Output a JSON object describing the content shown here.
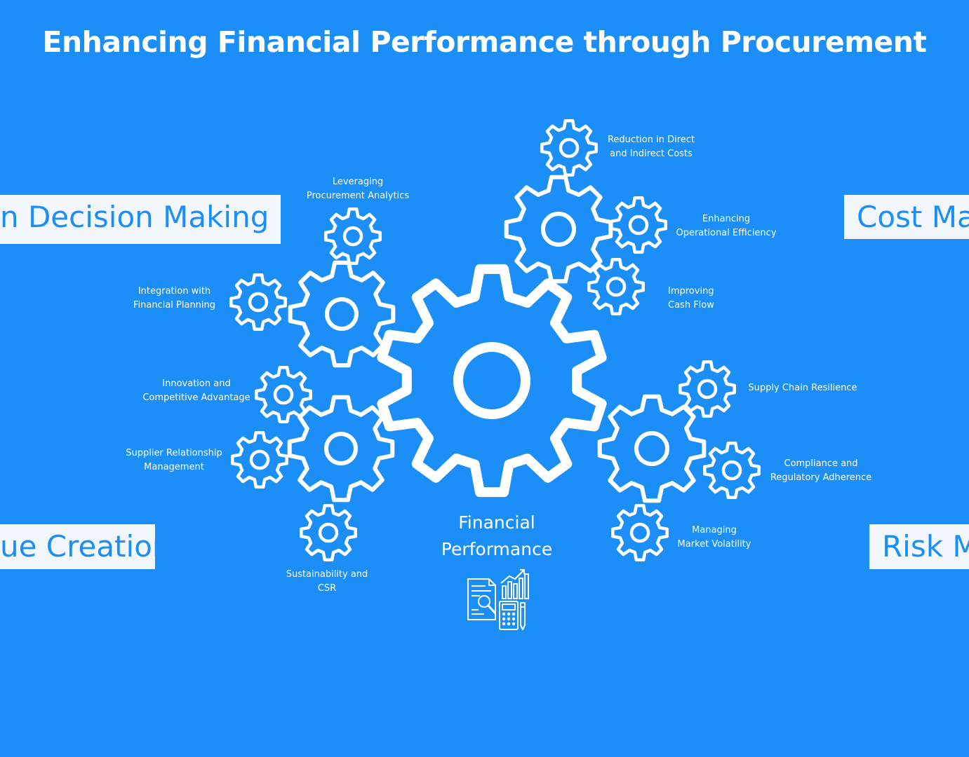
{
  "title": "Enhancing Financial Performance through Procurement",
  "center": {
    "line1": "Financial",
    "line2": "Performance",
    "icon": "financial-report-icon"
  },
  "pillars": {
    "top_left": "n Decision Making",
    "bottom_left": "ue Creation",
    "top_right": "Cost Mar",
    "bottom_right": "Risk M"
  },
  "labels": {
    "leveraging": [
      "Leveraging",
      "Procurement Analytics"
    ],
    "integration": [
      "Integration with",
      "Financial Planning"
    ],
    "innovation": [
      "Innovation and",
      "Competitive Advantage"
    ],
    "supplier": [
      "Supplier Relationship",
      "Management"
    ],
    "sustainability": [
      "Sustainability and",
      "CSR"
    ],
    "reduction": [
      "Reduction in Direct",
      "and Indirect Costs"
    ],
    "operational": [
      "Enhancing",
      "Operational Efficiency"
    ],
    "cashflow": [
      "Improving",
      "Cash Flow"
    ],
    "supply_chain": [
      "Supply Chain Resilience"
    ],
    "compliance": [
      "Compliance and",
      "Regulatory Adherence"
    ],
    "market": [
      "Managing",
      "Market Volatility"
    ]
  },
  "colors": {
    "background": "#1b8ff7",
    "foreground": "#ffffff",
    "box_background": "#f2f7fd",
    "box_text": "#1b8ff7"
  }
}
